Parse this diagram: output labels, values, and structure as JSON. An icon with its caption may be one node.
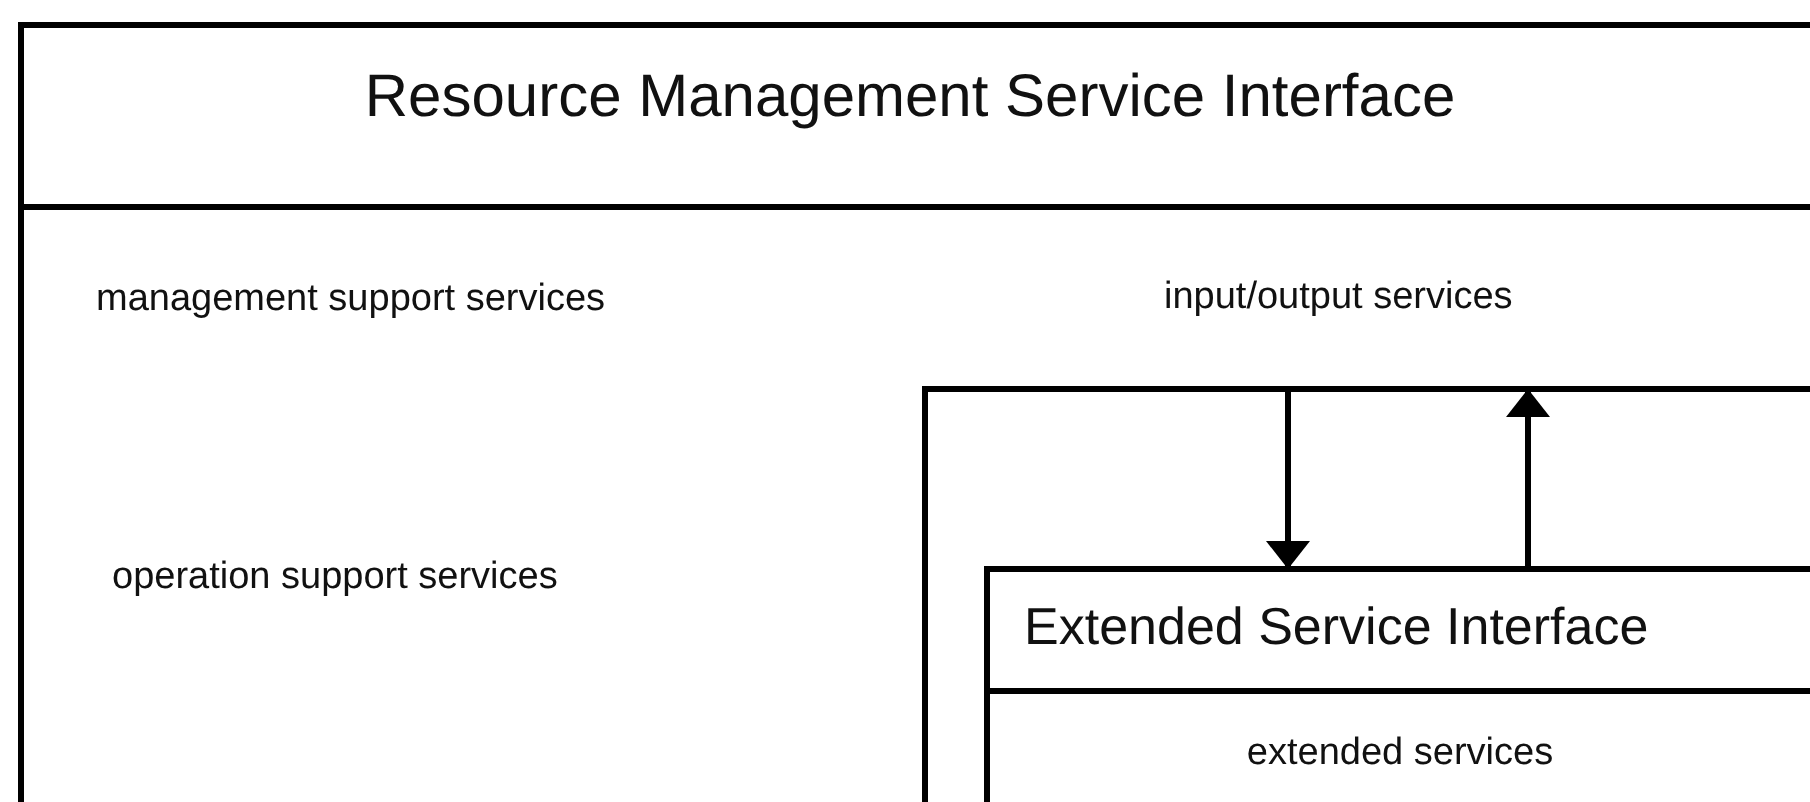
{
  "diagram": {
    "nodes": [
      {
        "text": [
          "Resource Management Service Interface",
          "management support services",
          "operation support services"
        ]
      },
      {
        "text": [],
        "shape": "box",
        "in": 0
      },
      {
        "text": [
          "Extended Service Interface",
          "extended services"
        ],
        "in": 1
      }
    ],
    "edges": [
      {
        "from": 1,
        "to": 2,
        "arrow": "to"
      },
      {
        "from": 2,
        "to": 1,
        "arrow": "to"
      }
    ],
    "labels": [
      "input/output services"
    ]
  }
}
